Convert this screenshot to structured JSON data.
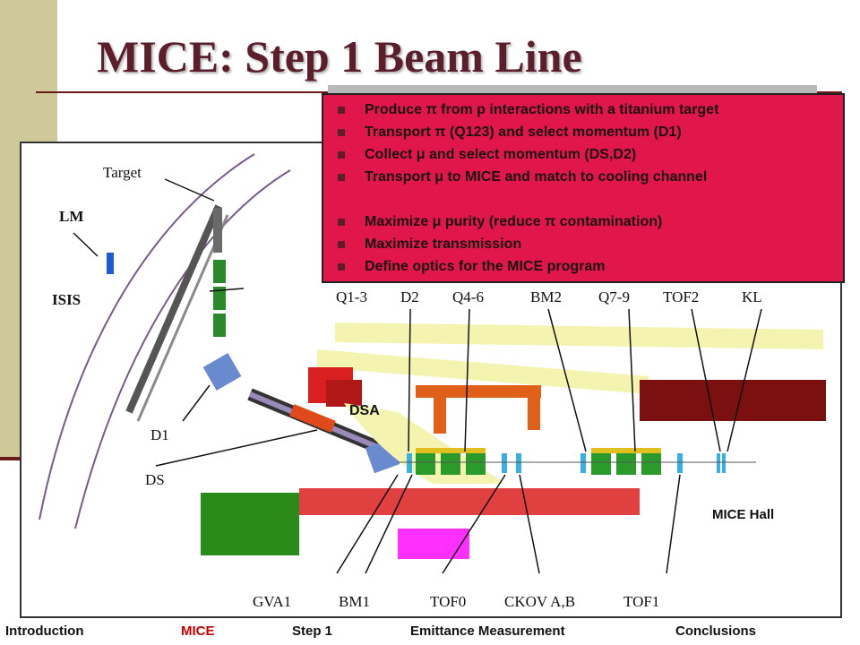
{
  "slide": {
    "title": "MICE: Step 1 Beam Line"
  },
  "callout": {
    "items": [
      "Produce π from p interactions with a titanium target",
      "Transport π (Q123) and select momentum (D1)",
      "Collect μ and select momentum (DS,D2)",
      "Transport μ to MICE and match to cooling channel",
      "Maximize μ purity (reduce π contamination)",
      "Maximize transmission",
      "Define optics for the MICE program"
    ]
  },
  "diagram": {
    "labels": {
      "target": "Target",
      "lm": "LM",
      "isis": "ISIS",
      "d1": "D1",
      "ds": "DS",
      "dsa": "DSA",
      "mice_hall": "MICE Hall",
      "q1_3": "Q1-3",
      "d2": "D2",
      "q4_6": "Q4-6",
      "bm2": "BM2",
      "q7_9": "Q7-9",
      "tof2": "TOF2",
      "kl": "KL",
      "gva1": "GVA1",
      "bm1": "BM1",
      "tof0": "TOF0",
      "ckov": "CKOV A,B",
      "tof1": "TOF1"
    }
  },
  "nav": {
    "items": [
      "Introduction",
      "MICE",
      "Step 1",
      "Emittance Measurement",
      "Conclusions"
    ],
    "active": "MICE"
  },
  "colors": {
    "title": "#5b1e2a",
    "callout_bg": "#e1174c",
    "side_band": "#cfc99a",
    "nav_active": "#cc0000"
  }
}
